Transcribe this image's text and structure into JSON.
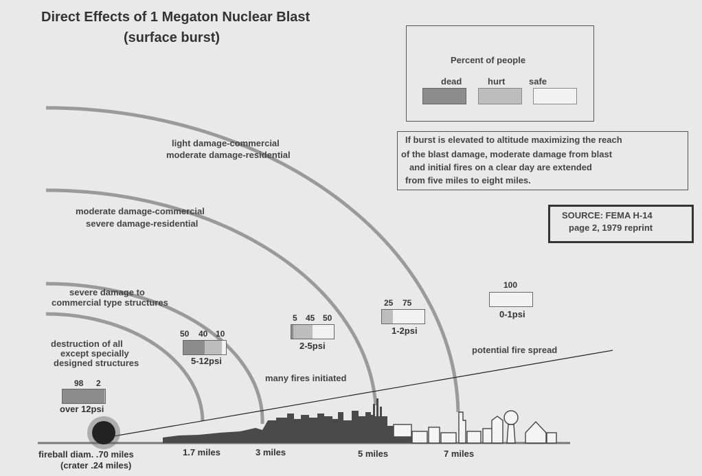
{
  "title_line1": "Direct Effects of 1 Megaton Nuclear Blast",
  "title_line2": "(surface burst)",
  "legend": {
    "title": "Percent of people",
    "dead": "dead",
    "hurt": "hurt",
    "safe": "safe",
    "colors": {
      "dead": "#8c8c8c",
      "hurt": "#bdbdbd",
      "safe": "#f2f2f2"
    }
  },
  "note": {
    "line1": "If burst is elevated to altitude maximizing the reach",
    "line2": "of the blast damage, moderate damage from blast",
    "line3": "and initial fires on a clear day are extended",
    "line4": "from five miles to eight miles."
  },
  "source": {
    "line1": "SOURCE: FEMA H-14",
    "line2": "page 2, 1979 reprint"
  },
  "zones": {
    "z1": {
      "line1": "light damage-commercial",
      "line2": "moderate damage-residential"
    },
    "z2": {
      "line1": "moderate damage-commercial",
      "line2": "severe damage-residential"
    },
    "z3": {
      "line1": "severe damage to",
      "line2": "commercial type structures"
    },
    "z4": {
      "line1": "destruction of all",
      "line2": "except specially",
      "line3": "designed structures"
    }
  },
  "pressure": {
    "p0": {
      "psi": "over 12psi",
      "nums": [
        "98",
        "2"
      ],
      "dead": 98,
      "hurt": 2,
      "safe": 0
    },
    "p1": {
      "psi": "5-12psi",
      "nums": [
        "50",
        "40",
        "10"
      ],
      "dead": 50,
      "hurt": 40,
      "safe": 10
    },
    "p2": {
      "psi": "2-5psi",
      "nums": [
        "5",
        "45",
        "50"
      ],
      "dead": 5,
      "hurt": 45,
      "safe": 50
    },
    "p3": {
      "psi": "1-2psi",
      "nums": [
        "25",
        "75"
      ],
      "dead": 0,
      "hurt": 25,
      "safe": 75
    },
    "p4": {
      "psi": "0-1psi",
      "nums": [
        "100"
      ],
      "dead": 0,
      "hurt": 0,
      "safe": 100
    }
  },
  "fire_initiated": "many fires initiated",
  "fire_spread": "potential fire spread",
  "distances": {
    "fireball_line1": "fireball diam. .70 miles",
    "fireball_line2": "(crater .24 miles)",
    "d1": "1.7 miles",
    "d2": "3 miles",
    "d3": "5 miles",
    "d4": "7 miles"
  }
}
